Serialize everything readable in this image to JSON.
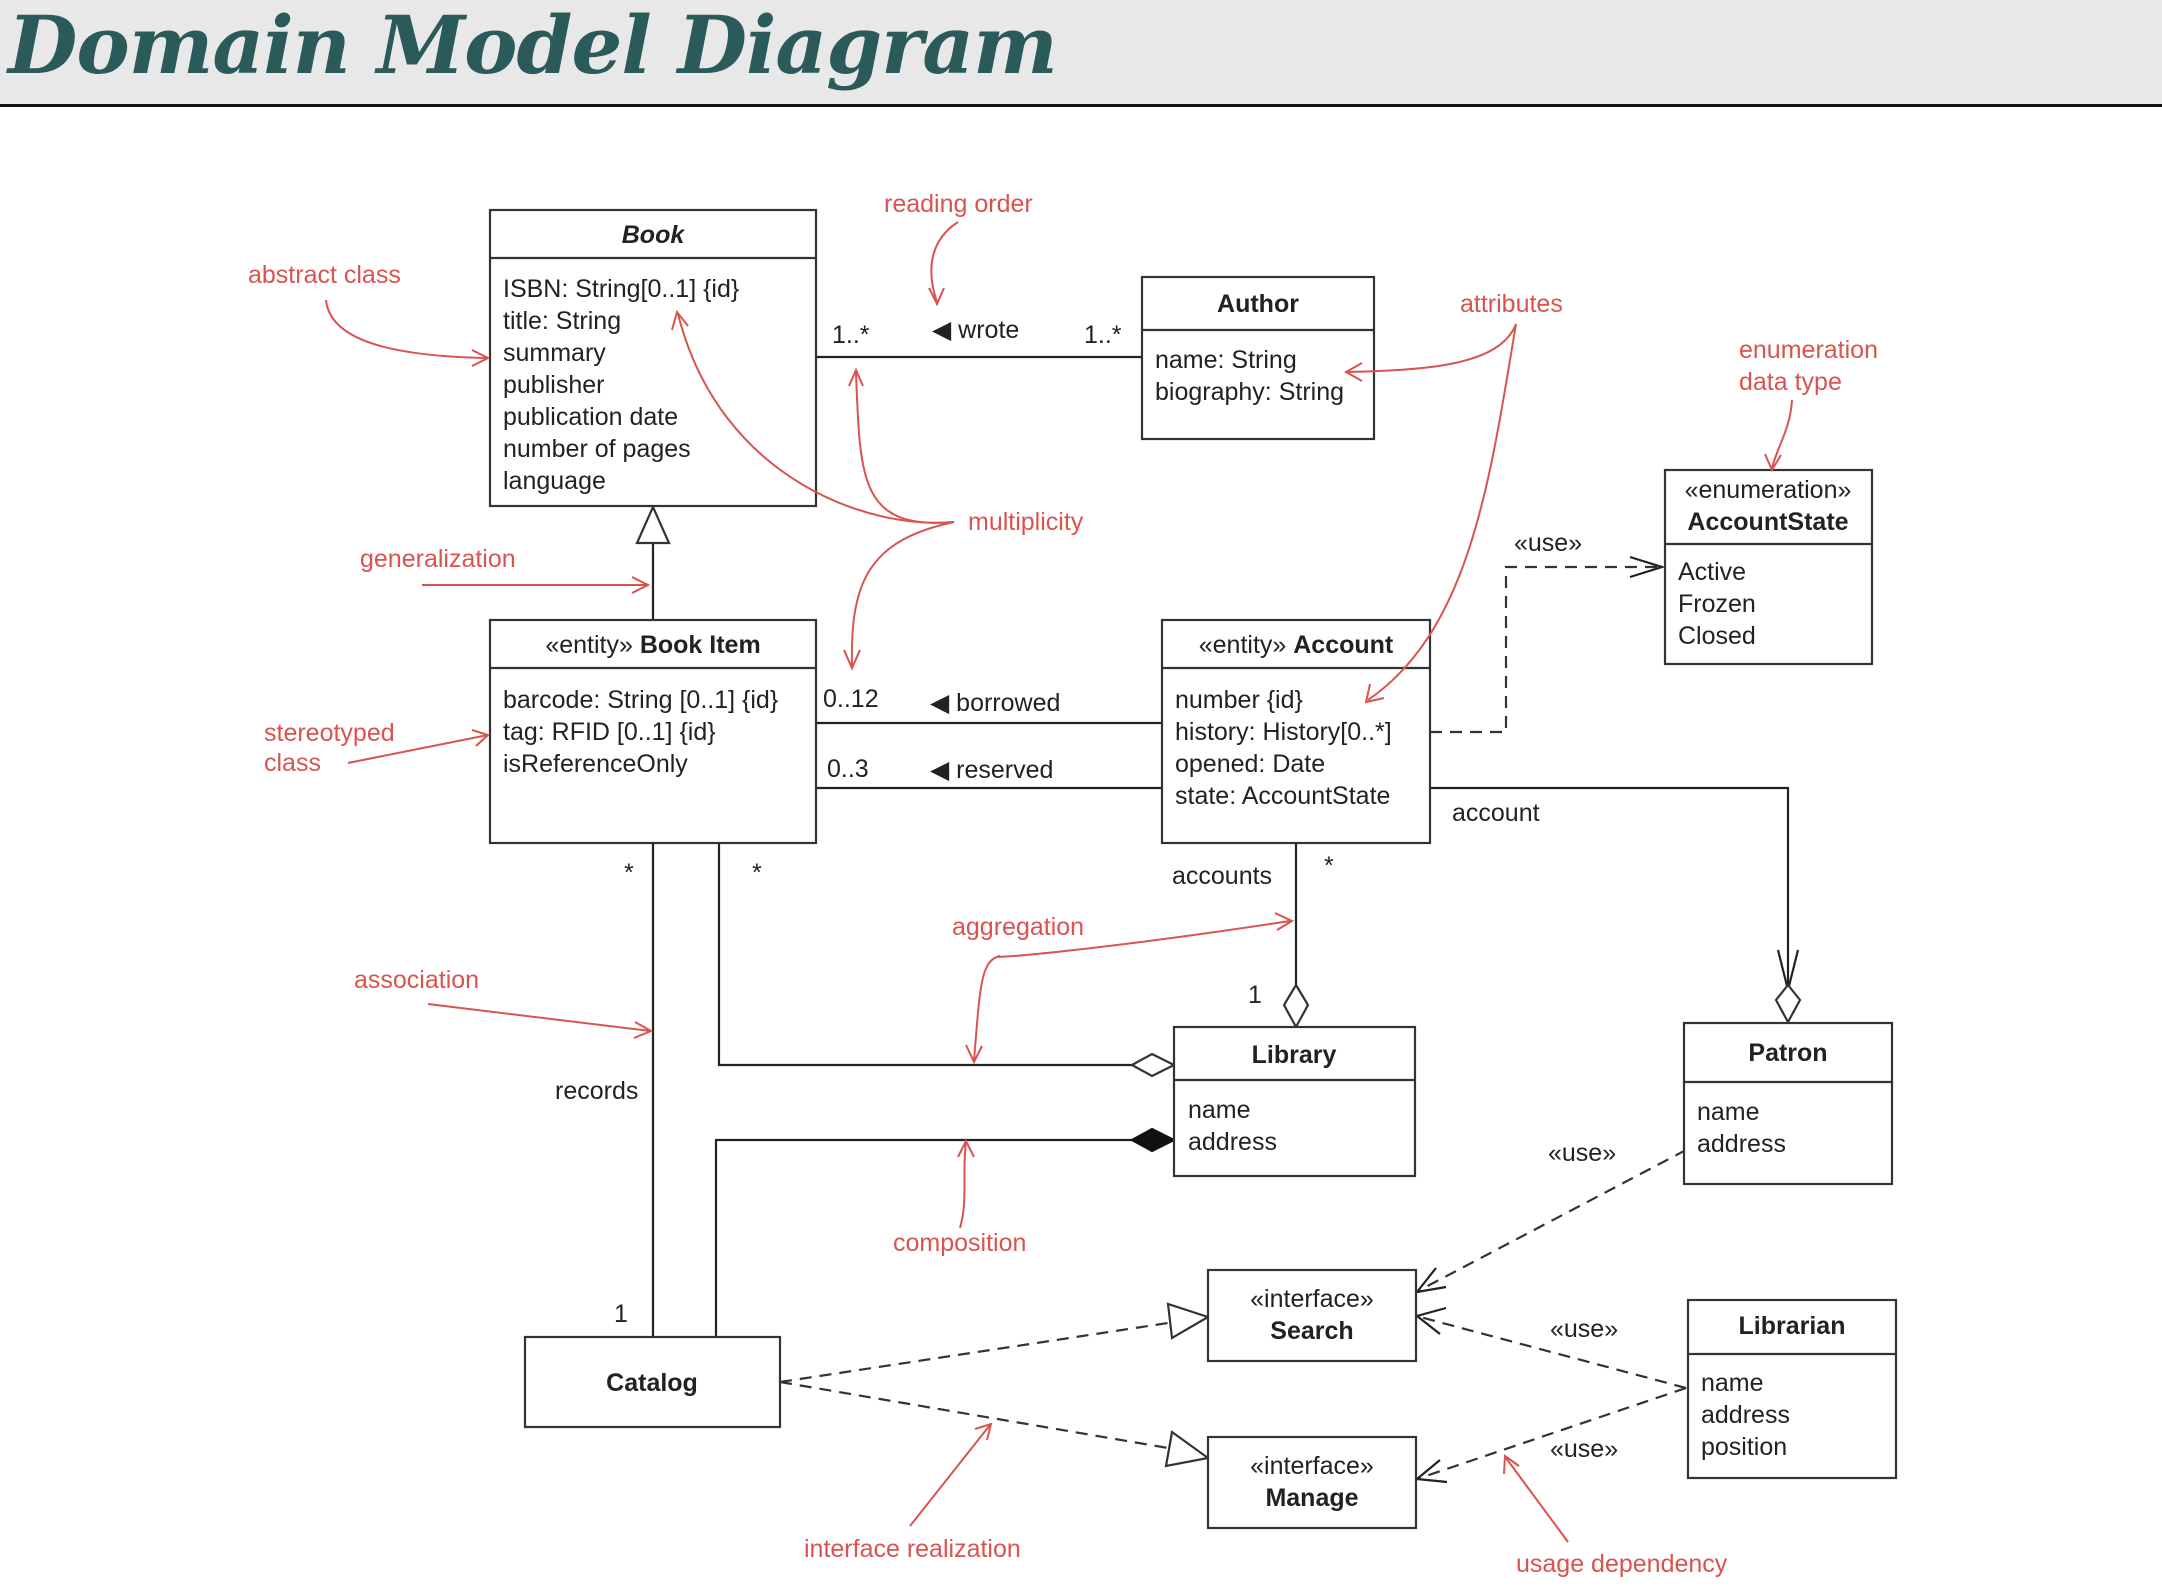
{
  "page": {
    "title": "Domain Model Diagram"
  },
  "classes": {
    "book": {
      "name": "Book",
      "attrs": [
        "ISBN: String[0..1] {id}",
        "title: String",
        "summary",
        "publisher",
        "publication date",
        "number of pages",
        "language"
      ]
    },
    "author": {
      "name": "Author",
      "attrs": [
        "name: String",
        "biography: String"
      ]
    },
    "accountstate": {
      "stereotype": "«enumeration»",
      "name": "AccountState",
      "attrs": [
        "Active",
        "Frozen",
        "Closed"
      ]
    },
    "bookitem": {
      "stereotype": "«entity»",
      "name": "Book Item",
      "attrs": [
        "barcode: String [0..1] {id}",
        "tag: RFID [0..1] {id}",
        "isReferenceOnly"
      ]
    },
    "account": {
      "stereotype": "«entity»",
      "name": "Account",
      "attrs": [
        "number {id}",
        "history: History[0..*]",
        "opened: Date",
        "state: AccountState"
      ]
    },
    "library": {
      "name": "Library",
      "attrs": [
        "name",
        "address"
      ]
    },
    "patron": {
      "name": "Patron",
      "attrs": [
        "name",
        "address"
      ]
    },
    "search": {
      "stereotype": "«interface»",
      "name": "Search"
    },
    "manage": {
      "stereotype": "«interface»",
      "name": "Manage"
    },
    "catalog": {
      "name": "Catalog"
    },
    "librarian": {
      "name": "Librarian",
      "attrs": [
        "name",
        "address",
        "position"
      ]
    }
  },
  "edge_labels": {
    "wrote": "◀ wrote",
    "wrote_left_mult": "1..*",
    "wrote_right_mult": "1..*",
    "borrowed": "◀ borrowed",
    "borrowed_mult": "0..12",
    "reserved": "◀ reserved",
    "reserved_mult": "0..3",
    "account_role": "account",
    "accounts_role": "accounts",
    "accounts_mult": "*",
    "library_mult": "1",
    "bookitem_mult_a": "*",
    "bookitem_mult_b": "*",
    "records_role": "records",
    "catalog_mult": "1",
    "use_enum": "«use»",
    "use_patron": "«use»",
    "use_librarian_search": "«use»",
    "use_librarian_manage": "«use»"
  },
  "annotations": {
    "reading_order": "reading order",
    "abstract_class": "abstract class",
    "attributes": "attributes",
    "enumeration_1": "enumeration",
    "enumeration_2": "data type",
    "multiplicity": "multiplicity",
    "generalization": "generalization",
    "stereotyped_1": "stereotyped",
    "stereotyped_2": "class",
    "aggregation": "aggregation",
    "association": "association",
    "composition": "composition",
    "interface_realization": "interface realization",
    "usage_dependency": "usage dependency"
  },
  "colors": {
    "annotation": "#d9534f",
    "title": "#2a5a5a",
    "header_bg": "#e8e8e8"
  }
}
